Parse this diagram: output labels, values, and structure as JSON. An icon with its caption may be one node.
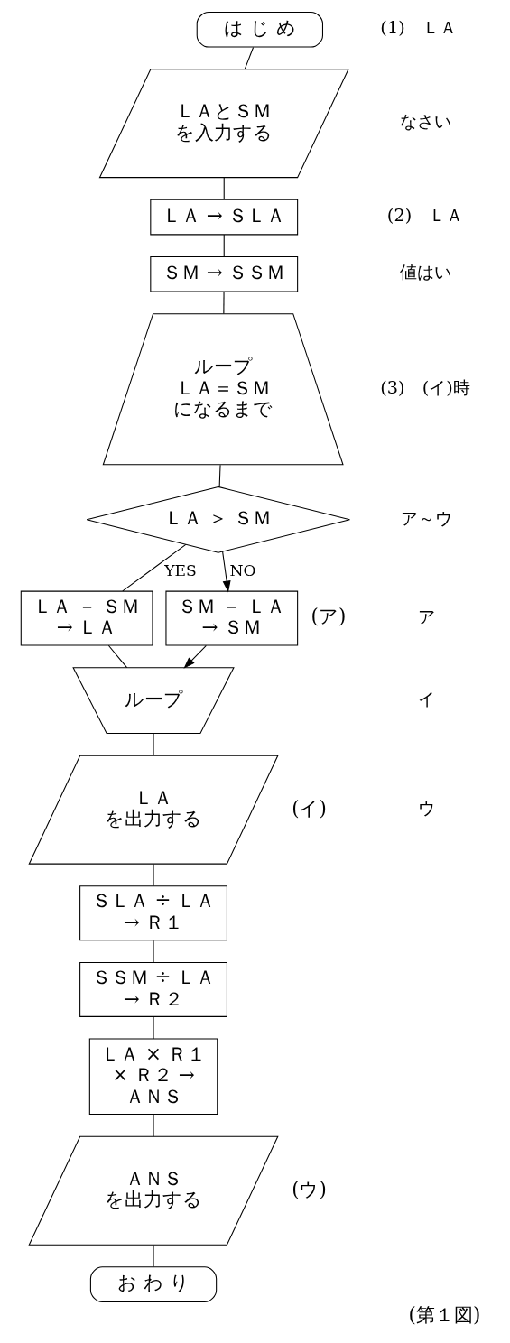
{
  "diagram": {
    "caption": "(第１図)",
    "nodes": [
      {
        "text": [
          "は じ め"
        ]
      },
      {
        "text": [
          "ＬＡとＳＭを入力する"
        ]
      },
      {
        "text": [
          "ＬＡ → ＳＬＡ"
        ]
      },
      {
        "text": [
          "ＳＭ → ＳＳＭ"
        ]
      },
      {
        "text": [
          "ループＬＡ＝ＳＭになるまで"
        ]
      },
      {
        "text": [
          "ＬＡ ＞ ＳＭ"
        ]
      },
      {
        "text": [
          "ＬＡ － ＳＭ → ＬＡ"
        ]
      },
      {
        "text": [
          "ＳＭ － ＬＡ → ＳＭ"
        ],
        "beside": [
          "(ア)"
        ]
      },
      {
        "text": [
          "ループ"
        ]
      },
      {
        "text": [
          "ＬＡを出力する"
        ],
        "beside": [
          "(イ)"
        ]
      },
      {
        "text": [
          "ＳＬＡ ÷ ＬＡ → Ｒ１"
        ]
      },
      {
        "text": [
          "ＳＳＭ ÷ ＬＡ → Ｒ２"
        ]
      },
      {
        "text": [
          "ＬＡ × Ｒ１ × Ｒ２ → ＡＮＳ"
        ]
      },
      {
        "text": [
          "ＡＮＳを出力する"
        ],
        "beside": [
          "(ウ)"
        ]
      },
      {
        "text": [
          "お わ り"
        ]
      }
    ],
    "edges": [
      {
        "from": 0,
        "to": 1,
        "arrow": "none"
      },
      {
        "from": 1,
        "to": 2,
        "arrow": "none"
      },
      {
        "from": 2,
        "to": 3,
        "arrow": "none"
      },
      {
        "from": 3,
        "to": 4,
        "arrow": "none"
      },
      {
        "from": 4,
        "to": 5,
        "arrow": "none"
      },
      {
        "from": 5,
        "to": 6,
        "arrow": "none",
        "label": "YES"
      },
      {
        "from": 5,
        "to": 7,
        "arrow": "to",
        "label": "NO"
      },
      {
        "from": 6,
        "to": 8,
        "arrow": "none"
      },
      {
        "from": 7,
        "to": 8,
        "arrow": "to"
      },
      {
        "from": 8,
        "to": 9,
        "arrow": "none"
      },
      {
        "from": 9,
        "to": 10,
        "arrow": "none"
      },
      {
        "from": 10,
        "to": 11,
        "arrow": "none"
      },
      {
        "from": 11,
        "to": 12,
        "arrow": "none"
      },
      {
        "from": 12,
        "to": 13,
        "arrow": "none"
      },
      {
        "from": 13,
        "to": 14,
        "arrow": "none"
      }
    ],
    "labels": [
      "(1)　ＬＡ",
      "なさい",
      "(2)　ＬＡ",
      "値はい",
      "(3)　(イ)時",
      "ア～ウ",
      "ア",
      "イ",
      "ウ"
    ]
  }
}
